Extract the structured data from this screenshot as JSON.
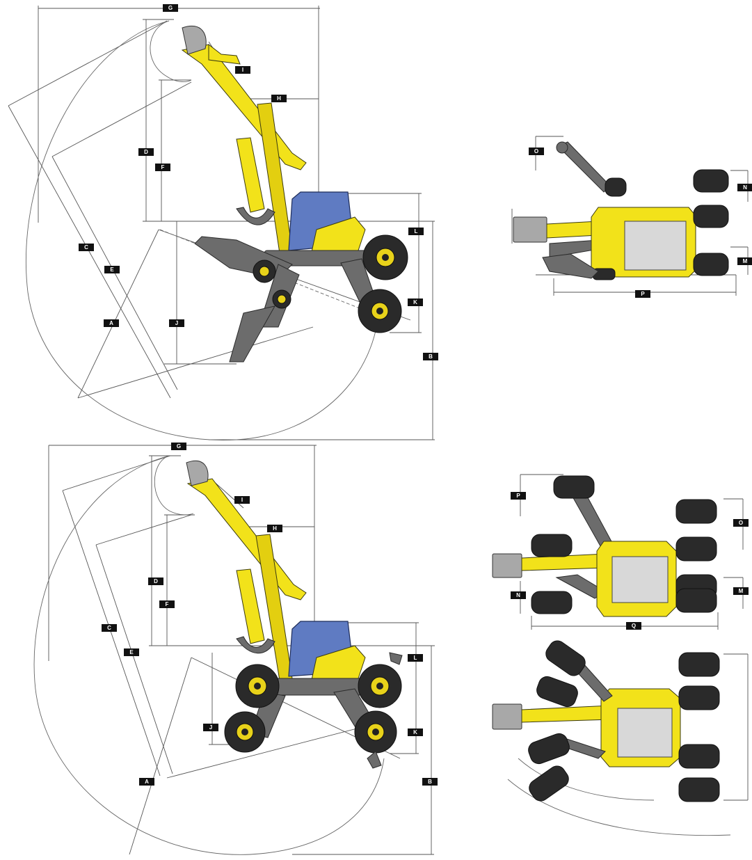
{
  "diagram": {
    "side_view_top": {
      "labels": [
        "G",
        "I",
        "H",
        "D",
        "F",
        "C",
        "E",
        "A",
        "J",
        "L",
        "K",
        "B"
      ]
    },
    "side_view_bottom": {
      "labels": [
        "G",
        "I",
        "H",
        "D",
        "F",
        "C",
        "E",
        "J",
        "A",
        "L",
        "K",
        "B"
      ]
    },
    "top_view_upper": {
      "labels": [
        "O",
        "N",
        "M",
        "P"
      ]
    },
    "top_view_lower": {
      "labels": [
        "P",
        "O",
        "N",
        "M",
        "Q"
      ]
    }
  },
  "colors": {
    "body": "#f2e21a",
    "cab": "#5f7bc2",
    "tyre": "#2a2a2a",
    "frame": "#6c6c6c"
  }
}
